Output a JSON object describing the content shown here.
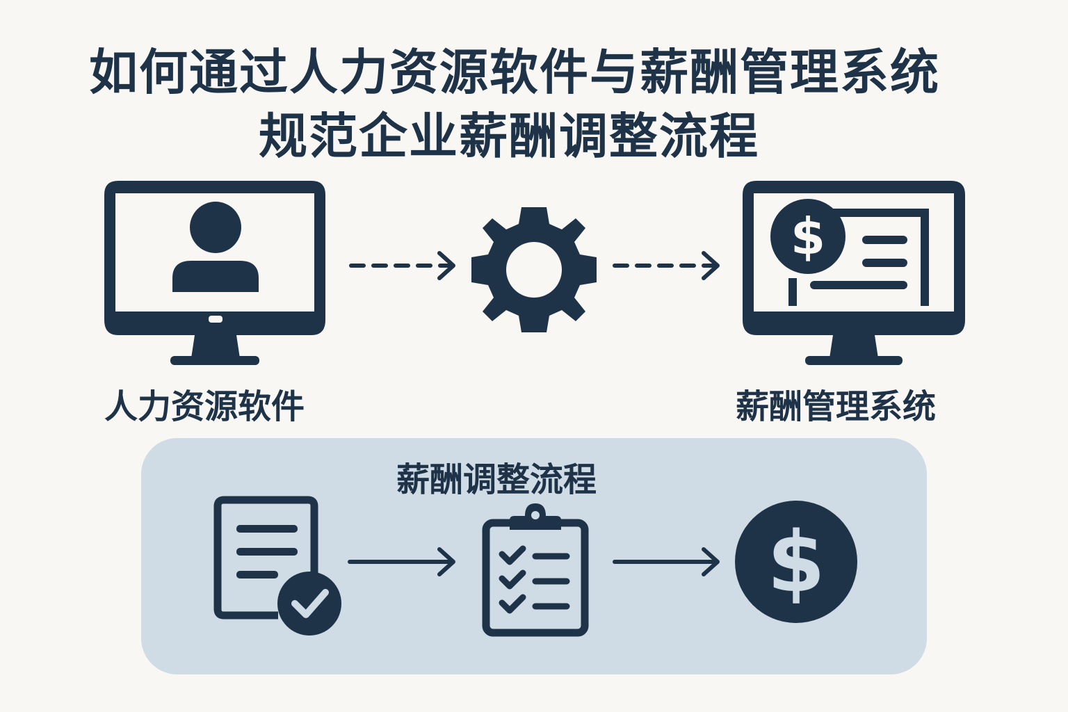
{
  "title": {
    "line1": "如何通过人力资源软件与薪酬管理系统",
    "line2": "规范企业薪酬调整流程"
  },
  "top_flow": {
    "left_label": "人力资源软件",
    "right_label": "薪酬管理系统",
    "icons": [
      "monitor-person-icon",
      "gear-icon",
      "monitor-payroll-icon"
    ]
  },
  "process_panel": {
    "title": "薪酬调整流程",
    "icons": [
      "document-check-icon",
      "clipboard-checklist-icon",
      "dollar-coin-icon"
    ]
  },
  "colors": {
    "ink": "#1f3348",
    "background": "#f8f7f3",
    "panel": "#cfdbe5"
  }
}
